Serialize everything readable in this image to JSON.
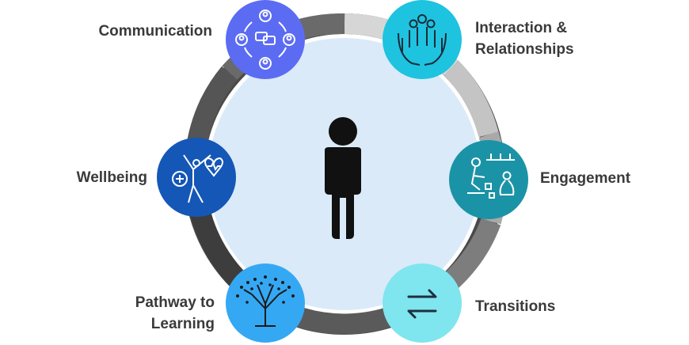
{
  "center": {
    "icon": "person-icon"
  },
  "nodes": [
    {
      "id": "communication",
      "lines": [
        "Communication"
      ],
      "color": "#5b6cf3",
      "icon": "communication-cycle-icon"
    },
    {
      "id": "interaction",
      "lines": [
        "Interaction &",
        "Relationships"
      ],
      "color": "#1ec3df",
      "icon": "hands-group-icon"
    },
    {
      "id": "engagement",
      "lines": [
        "Engagement"
      ],
      "color": "#1b93a6",
      "icon": "children-playing-icon"
    },
    {
      "id": "transitions",
      "lines": [
        "Transitions"
      ],
      "color": "#7fe5ee",
      "icon": "swap-arrows-icon"
    },
    {
      "id": "pathway",
      "lines": [
        "Pathway to",
        "Learning"
      ],
      "color": "#35a8f4",
      "icon": "tree-icon"
    },
    {
      "id": "wellbeing",
      "lines": [
        "Wellbeing"
      ],
      "color": "#1457b7",
      "icon": "active-person-health-icon"
    }
  ]
}
